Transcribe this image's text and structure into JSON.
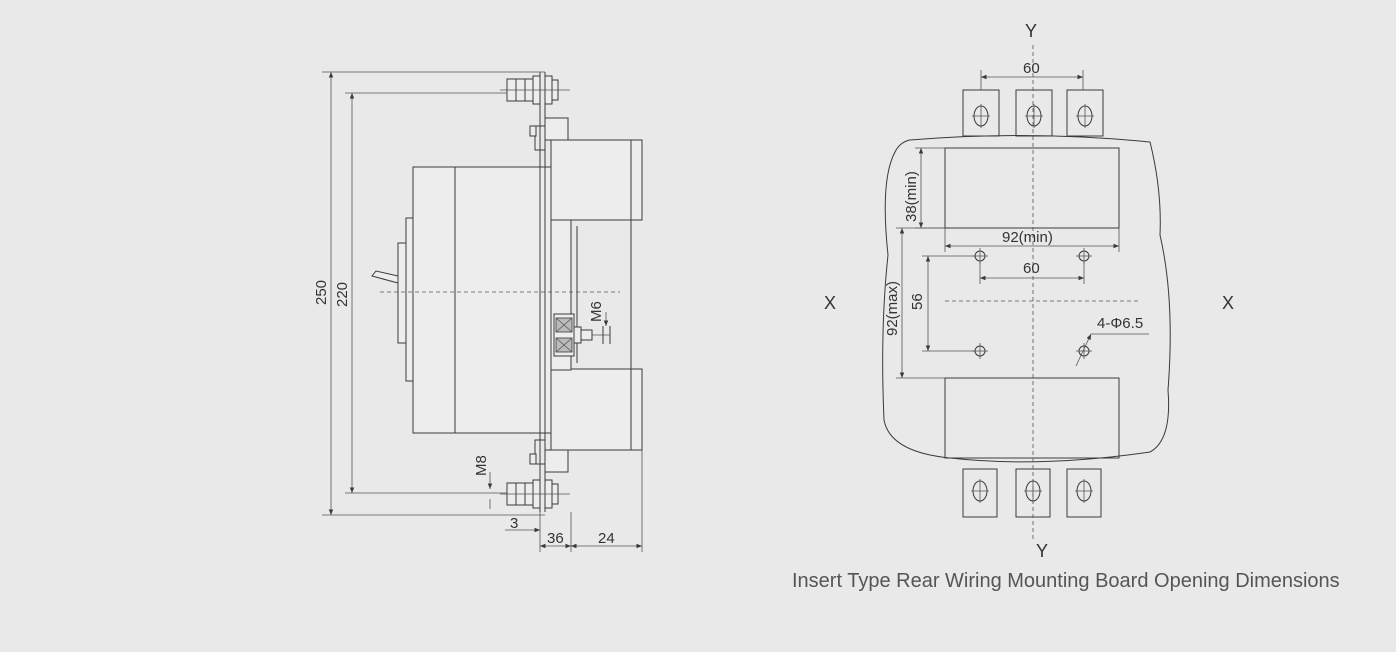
{
  "side_view": {
    "dim_250": "250",
    "dim_220": "220",
    "dim_m6": "M6",
    "dim_m8": "M8",
    "dim_3": "3",
    "dim_36": "36",
    "dim_24": "24"
  },
  "front_view": {
    "axis_y_top": "Y",
    "axis_y_bottom": "Y",
    "axis_x_left": "X",
    "axis_x_right": "X",
    "dim_60_top": "60",
    "dim_38min": "38(min)",
    "dim_92min": "92(min)",
    "dim_60_mid": "60",
    "dim_92max": "92(max)",
    "dim_56": "56",
    "dim_hole": "4-Φ6.5"
  },
  "caption": "Insert Type Rear Wiring Mounting Board Opening Dimensions"
}
